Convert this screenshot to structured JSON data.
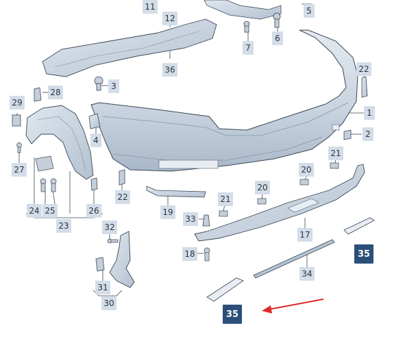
{
  "labels": {
    "p11": "11",
    "p12": "12",
    "p36": "36",
    "p5": "5",
    "p7": "7",
    "p6": "6",
    "p3": "3",
    "p28": "28",
    "p29": "29",
    "p4": "4",
    "p27": "27",
    "p24": "24",
    "p25": "25",
    "p23": "23",
    "p26": "26",
    "p22a": "22",
    "p22b": "22",
    "p1": "1",
    "p2": "2",
    "p21a": "21",
    "p21b": "21",
    "p20a": "20",
    "p20b": "20",
    "p19": "19",
    "p33": "33",
    "p17": "17",
    "p32": "32",
    "p18": "18",
    "p31": "31",
    "p30": "30",
    "p34": "34",
    "p35a": "35",
    "p35b": "35"
  },
  "colors": {
    "part_fill": "#d2dbe6",
    "part_shade": "#b4c2d2",
    "outline": "#3a4652",
    "label_bg": "#d3dde8",
    "highlight_bg": "#2c4f7a",
    "arrow": "#e0282a"
  }
}
